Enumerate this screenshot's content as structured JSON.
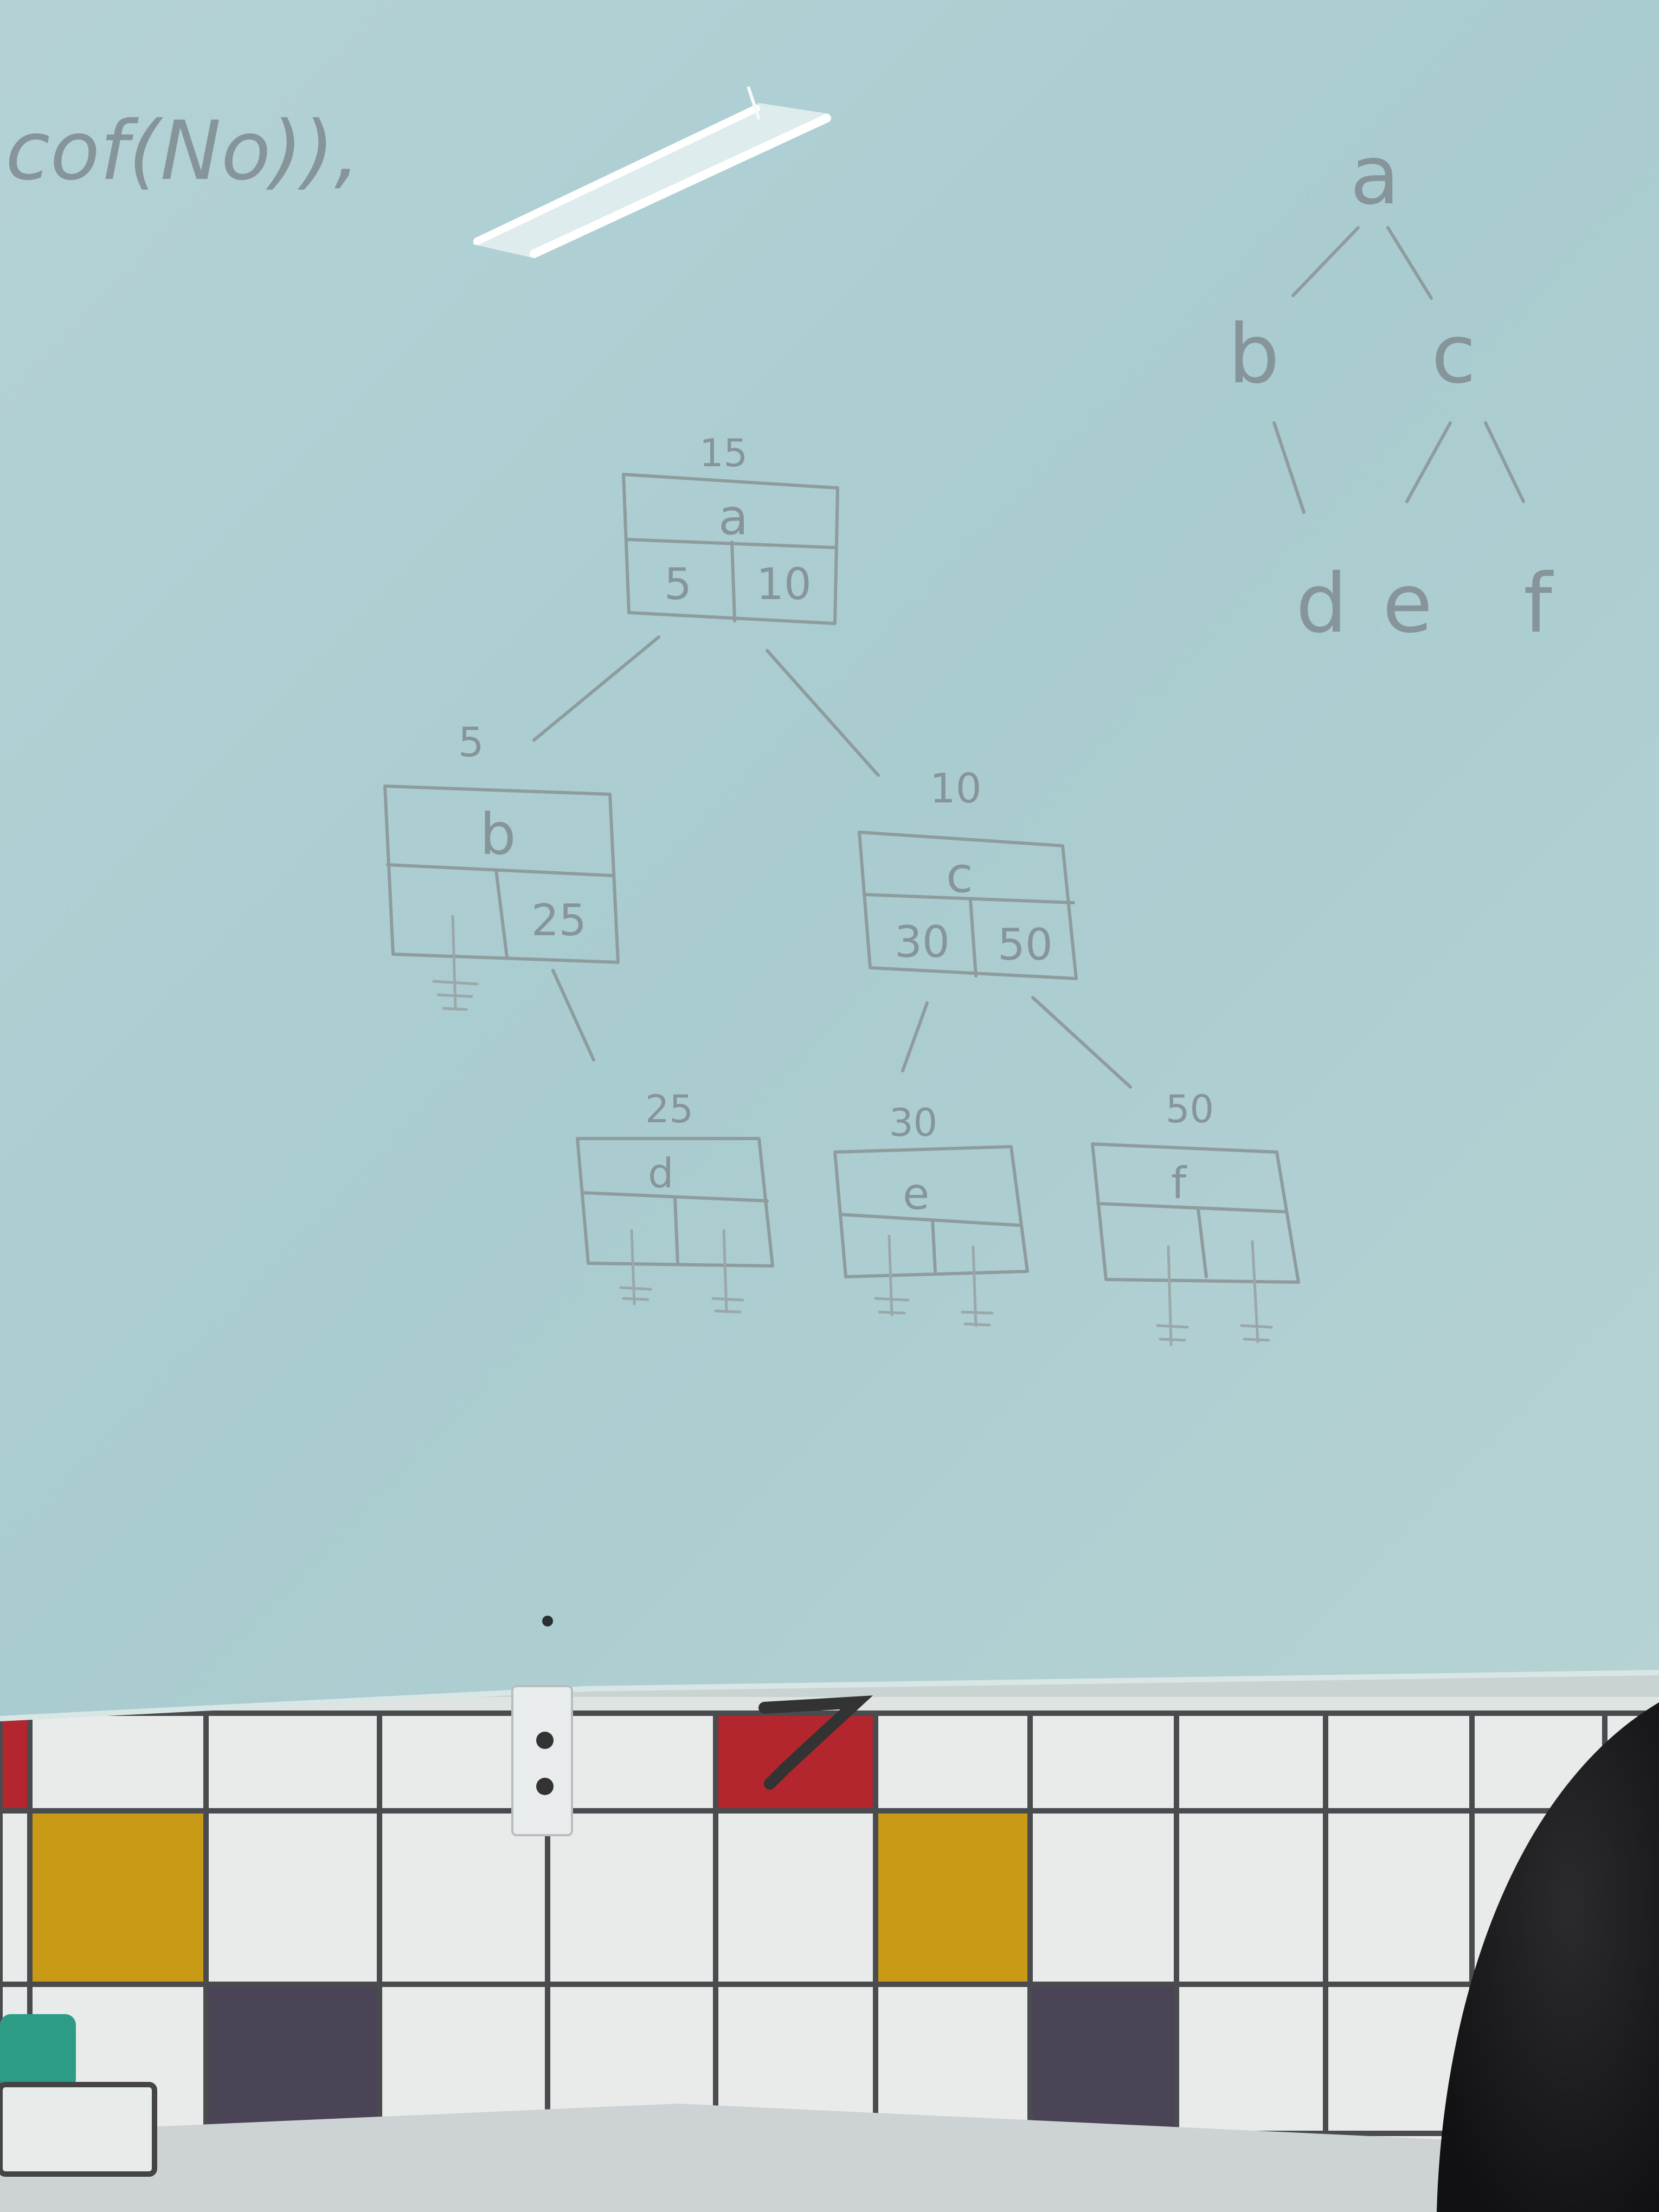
{
  "board": {
    "fragment": "cof(No)),",
    "colors": {
      "board_top": "#a9ccd1",
      "board_bottom": "#b9d7d9",
      "marker": "#8e9c9e",
      "tile_white": "#e8ebe9",
      "grout": "#4a4b4f",
      "tile_red": "#b3262d",
      "tile_yellow": "#c99a16",
      "tile_purple": "#4b4356"
    }
  },
  "sketch_tree": {
    "nodes": [
      "a",
      "b",
      "c",
      "d",
      "e",
      "f"
    ]
  },
  "node_tree": {
    "root": {
      "key": "a",
      "addr": "15",
      "left": "5",
      "right": "10"
    },
    "b": {
      "key": "b",
      "addr": "5",
      "right": "25"
    },
    "c": {
      "key": "c",
      "addr": "10",
      "left": "30",
      "right": "50"
    },
    "d": {
      "key": "d",
      "addr": "25"
    },
    "e": {
      "key": "e",
      "addr": "30"
    },
    "f": {
      "key": "f",
      "addr": "50"
    }
  }
}
